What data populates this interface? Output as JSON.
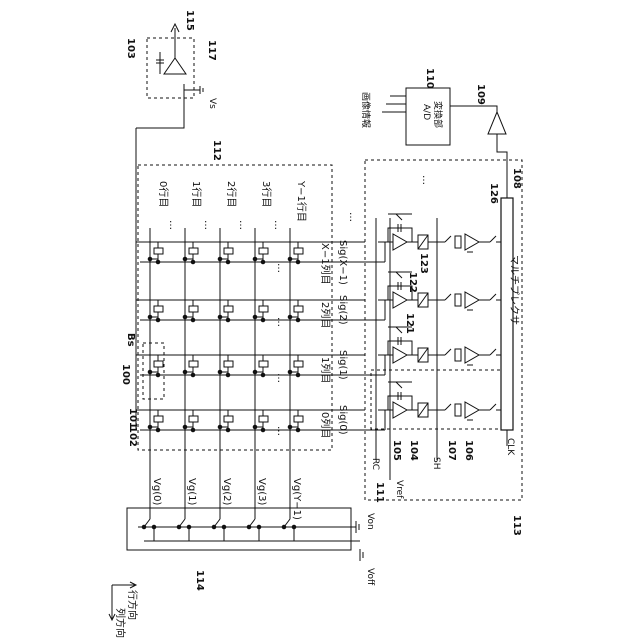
{
  "refs": {
    "r100": "100",
    "r101": "101",
    "r102": "102",
    "r103": "103",
    "r104": "104",
    "r105": "105",
    "r106": "106",
    "r107": "107",
    "r108": "108",
    "r109": "109",
    "r110": "110",
    "r111": "111",
    "r112": "112",
    "r113": "113",
    "r114": "114",
    "r115": "115",
    "r117": "117",
    "r121": "121",
    "r122": "122",
    "r123": "123",
    "r126": "126",
    "bs": "Bs"
  },
  "labels": {
    "vs": "Vs",
    "von": "Von",
    "voff": "Voff",
    "vref": "Vref",
    "rc": "RC",
    "sh": "SH",
    "clk": "CLK",
    "multiplexer": "マルチプレクサ",
    "ad_line1": "A/D",
    "ad_line2": "変換部",
    "image_info": "画像情報",
    "row_direction": "行方向",
    "column_direction": "列方向",
    "ellipsis": "…"
  },
  "rows": [
    {
      "label": "0行目",
      "gate": "Vg(0)"
    },
    {
      "label": "1行目",
      "gate": "Vg(1)"
    },
    {
      "label": "2行目",
      "gate": "Vg(2)"
    },
    {
      "label": "3行目",
      "gate": "Vg(3)"
    },
    {
      "label": "Y−1行目",
      "gate": "Vg(Y−1)"
    }
  ],
  "columns": [
    {
      "label": "0列目",
      "sig": "Sig(0)"
    },
    {
      "label": "1列目",
      "sig": "Sig(1)"
    },
    {
      "label": "2列目",
      "sig": "Sig(2)"
    },
    {
      "label": "X−1列目",
      "sig": "Sig(X−1)"
    }
  ]
}
